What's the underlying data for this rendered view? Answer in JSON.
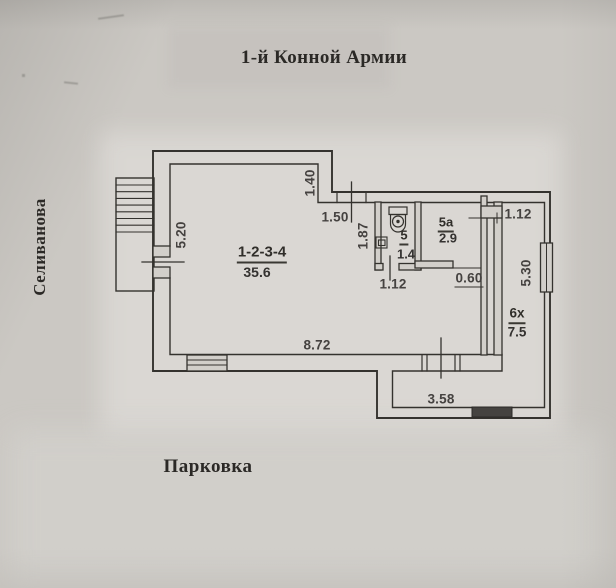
{
  "title": "1-й Конной Армии",
  "streets": {
    "left": "Селиванова",
    "bottom": "Парковка"
  },
  "rooms": {
    "main": {
      "number": "1-2-3-4",
      "area": "35.6"
    },
    "wc": {
      "number": "5",
      "area": "1.4"
    },
    "room5a": {
      "number": "5а",
      "area": "2.9"
    },
    "hall": {
      "number": "6х",
      "area": "7.5"
    }
  },
  "dimensions": {
    "main_left_height": "5.20",
    "step_depth": "1.40",
    "vestibule_width": "1.50",
    "wc_height": "1.87",
    "wc_width": "1.12",
    "room5a_opening": "0.60",
    "hall_width": "1.12",
    "hall_height": "5.30",
    "main_bottom_width": "8.72",
    "extension_width": "3.58"
  },
  "colors": {
    "paper": "#cdcac5",
    "ink": "#34322e"
  }
}
